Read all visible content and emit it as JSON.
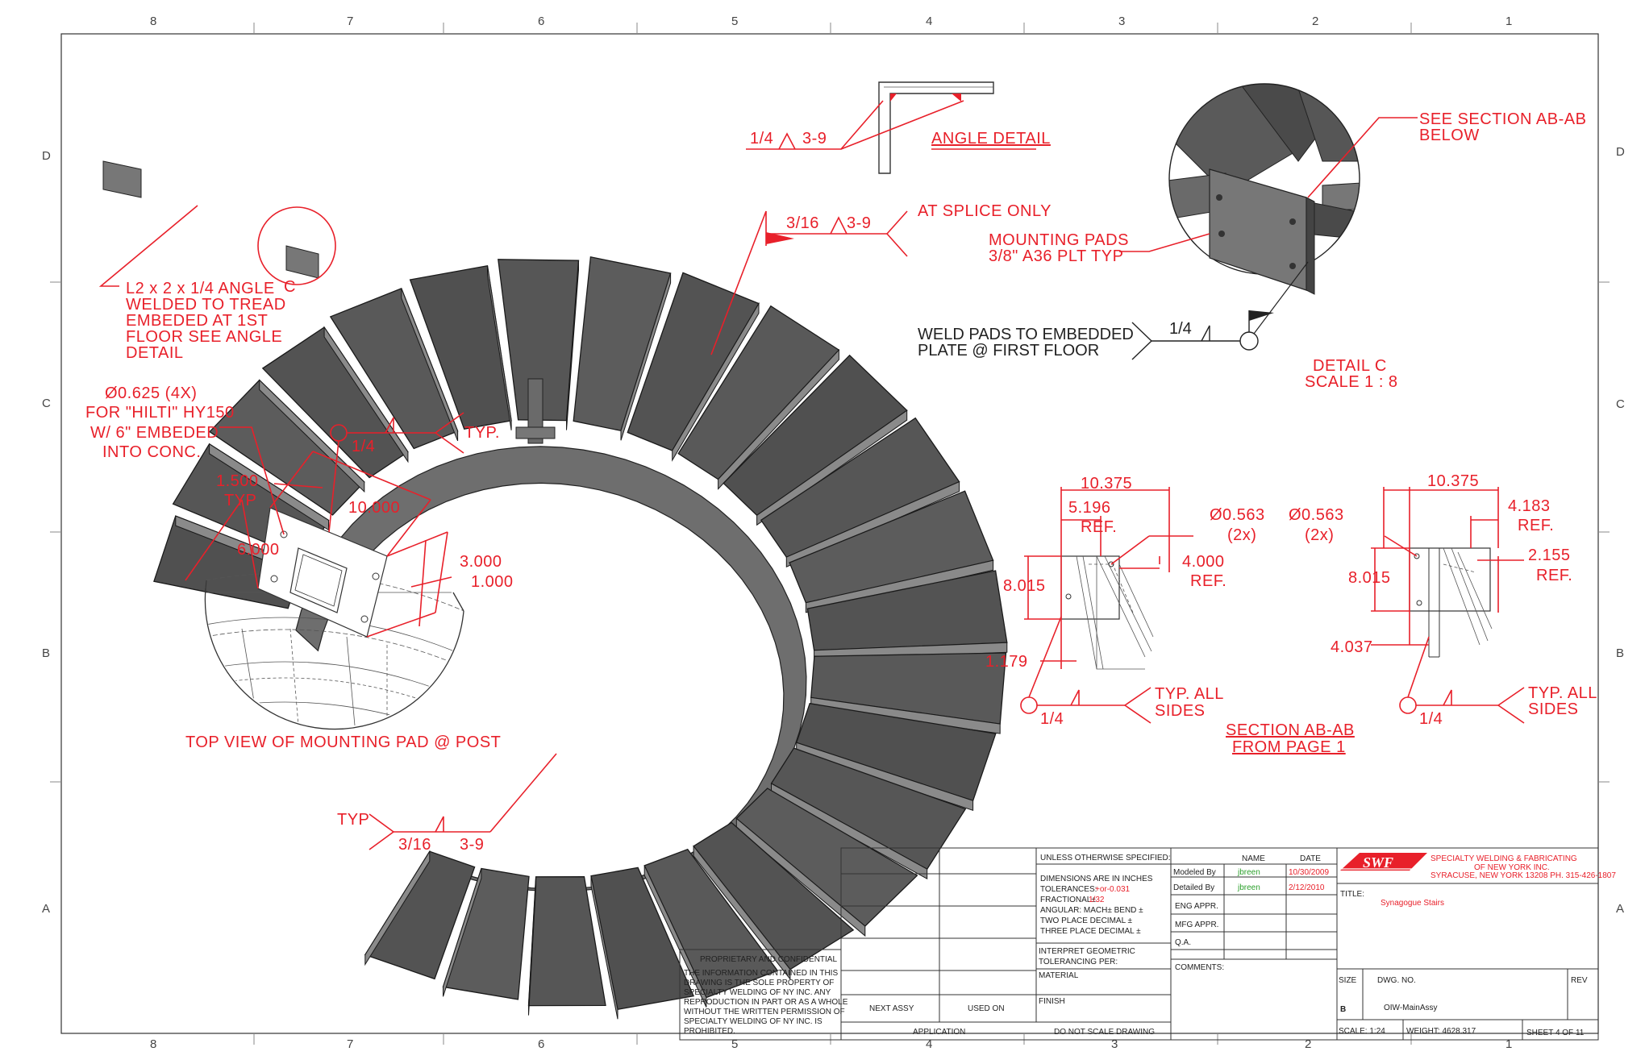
{
  "zones": {
    "columns": [
      "8",
      "7",
      "6",
      "5",
      "4",
      "3",
      "2",
      "1"
    ],
    "rows": [
      "D",
      "C",
      "B",
      "A"
    ]
  },
  "annotations": {
    "angle_detail": {
      "label": "ANGLE DETAIL",
      "weld_left": "1/4",
      "weld_right": "3-9"
    },
    "splice": {
      "label": "AT SPLICE ONLY",
      "weld_left": "3/16",
      "weld_right": "3-9"
    },
    "mounting_pads": {
      "line1": "MOUNTING PADS",
      "line2": "3/8\" A36 PLT TYP"
    },
    "see_section": {
      "line1": "SEE SECTION AB-AB",
      "line2": "BELOW"
    },
    "weld_pads": {
      "line1": "WELD PADS TO EMBEDDED",
      "line2": "PLATE  @ FIRST FLOOR",
      "weld": "1/4"
    },
    "detail_c": {
      "line1": "DETAIL C",
      "line2": "SCALE 1 : 8",
      "callout": "C"
    },
    "angle_note": {
      "lines": [
        "L2 x 2 x 1/4 ANGLE",
        "WELDED TO TREAD",
        "EMBEDED AT 1ST",
        "FLOOR SEE ANGLE",
        "DETAIL"
      ]
    },
    "hilti": {
      "lines": [
        "Ø0.625 (4X)",
        "FOR \"HILTI\" HY150",
        "W/ 6\" EMBEDED",
        "INTO CONC."
      ]
    },
    "top_view": {
      "weld": "1/4",
      "typ": "TYP.",
      "dim_1500": "1.500",
      "dim_typ": "TYP",
      "dim_10000": "10.000",
      "dim_6000": "6.000",
      "dim_3000": "3.000",
      "dim_1000": "1.000",
      "caption": "TOP VIEW OF MOUNTING PAD @ POST"
    },
    "typ_weld": {
      "typ": "TYP",
      "weld_left": "3/16",
      "weld_right": "3-9"
    },
    "section_left": {
      "d10375": "10.375",
      "d5196": "5.196",
      "ref1": "REF.",
      "hole": "Ø0.563",
      "hole_qty": "(2x)",
      "d4000": "4.000",
      "ref2": "REF.",
      "d8015": "8.015",
      "d1179": "1.179",
      "weld": "1/4",
      "typ1": "TYP. ALL",
      "typ2": "SIDES"
    },
    "section_right": {
      "hole": "Ø0.563",
      "hole_qty": "(2x)",
      "d10375": "10.375",
      "d4183": "4.183",
      "ref1": "REF.",
      "d8015": "8.015",
      "d2155": "2.155",
      "ref2": "REF.",
      "d4037": "4.037",
      "weld": "1/4",
      "typ1": "TYP. ALL",
      "typ2": "SIDES"
    },
    "section_title": {
      "line1": "SECTION AB-AB",
      "line2": "FROM PAGE 1"
    }
  },
  "title_block": {
    "unless": "UNLESS OTHERWISE SPECIFIED:",
    "dims": "DIMENSIONS ARE IN INCHES",
    "tolerances": "TOLERANCES:",
    "tol_val": "+or-0.031",
    "fractional": "FRACTIONAL±",
    "frac_val": "1/32",
    "angular": "ANGULAR: MACH±    BEND ±",
    "two_place": "TWO PLACE DECIMAL    ±",
    "three_place": "THREE PLACE DECIMAL  ±",
    "interpret1": "INTERPRET GEOMETRIC",
    "interpret2": "TOLERANCING PER:",
    "material": "MATERIAL",
    "finish": "FINISH",
    "no_scale": "DO NOT SCALE DRAWING",
    "next_assy": "NEXT ASSY",
    "used_on": "USED ON",
    "application": "APPLICATION",
    "proprietary_title": "PROPRIETARY AND CONFIDENTIAL",
    "proprietary_lines": [
      "THE INFORMATION CONTAINED IN THIS",
      "DRAWING IS THE SOLE PROPERTY OF",
      "SPECIALTY WELDING OF NY INC.  ANY",
      "REPRODUCTION IN PART OR AS A WHOLE",
      "WITHOUT THE WRITTEN PERMISSION OF",
      "SPECIALTY WELDING OF NY INC. IS",
      "PROHIBITED."
    ],
    "col_name": "NAME",
    "col_date": "DATE",
    "modeled_by": "Modeled By",
    "modeled_name": "jbreen",
    "modeled_date": "10/30/2009",
    "detailed_by": "Detailed By",
    "detailed_name": "jbreen",
    "detailed_date": "2/12/2010",
    "eng_appr": "ENG APPR.",
    "mfg_appr": "MFG APPR.",
    "qa": "Q.A.",
    "comments": "COMMENTS:",
    "company_logo": "SWF",
    "company_line1": "SPECIALTY  WELDING  &  FABRICATING",
    "company_line2": "OF  NEW  YORK  INC.",
    "company_line3": "SYRACUSE, NEW YORK 13208 PH. 315-426-1807",
    "title_label": "TITLE:",
    "title_value": "Synagogue Stairs",
    "size_label": "SIZE",
    "size_value": "B",
    "dwg_label": "DWG.  NO.",
    "dwg_value": "OIW-MainAssy",
    "rev_label": "REV",
    "scale": "SCALE: 1:24",
    "weight": "WEIGHT: 4628.317",
    "sheet": "SHEET 4 OF 11"
  }
}
